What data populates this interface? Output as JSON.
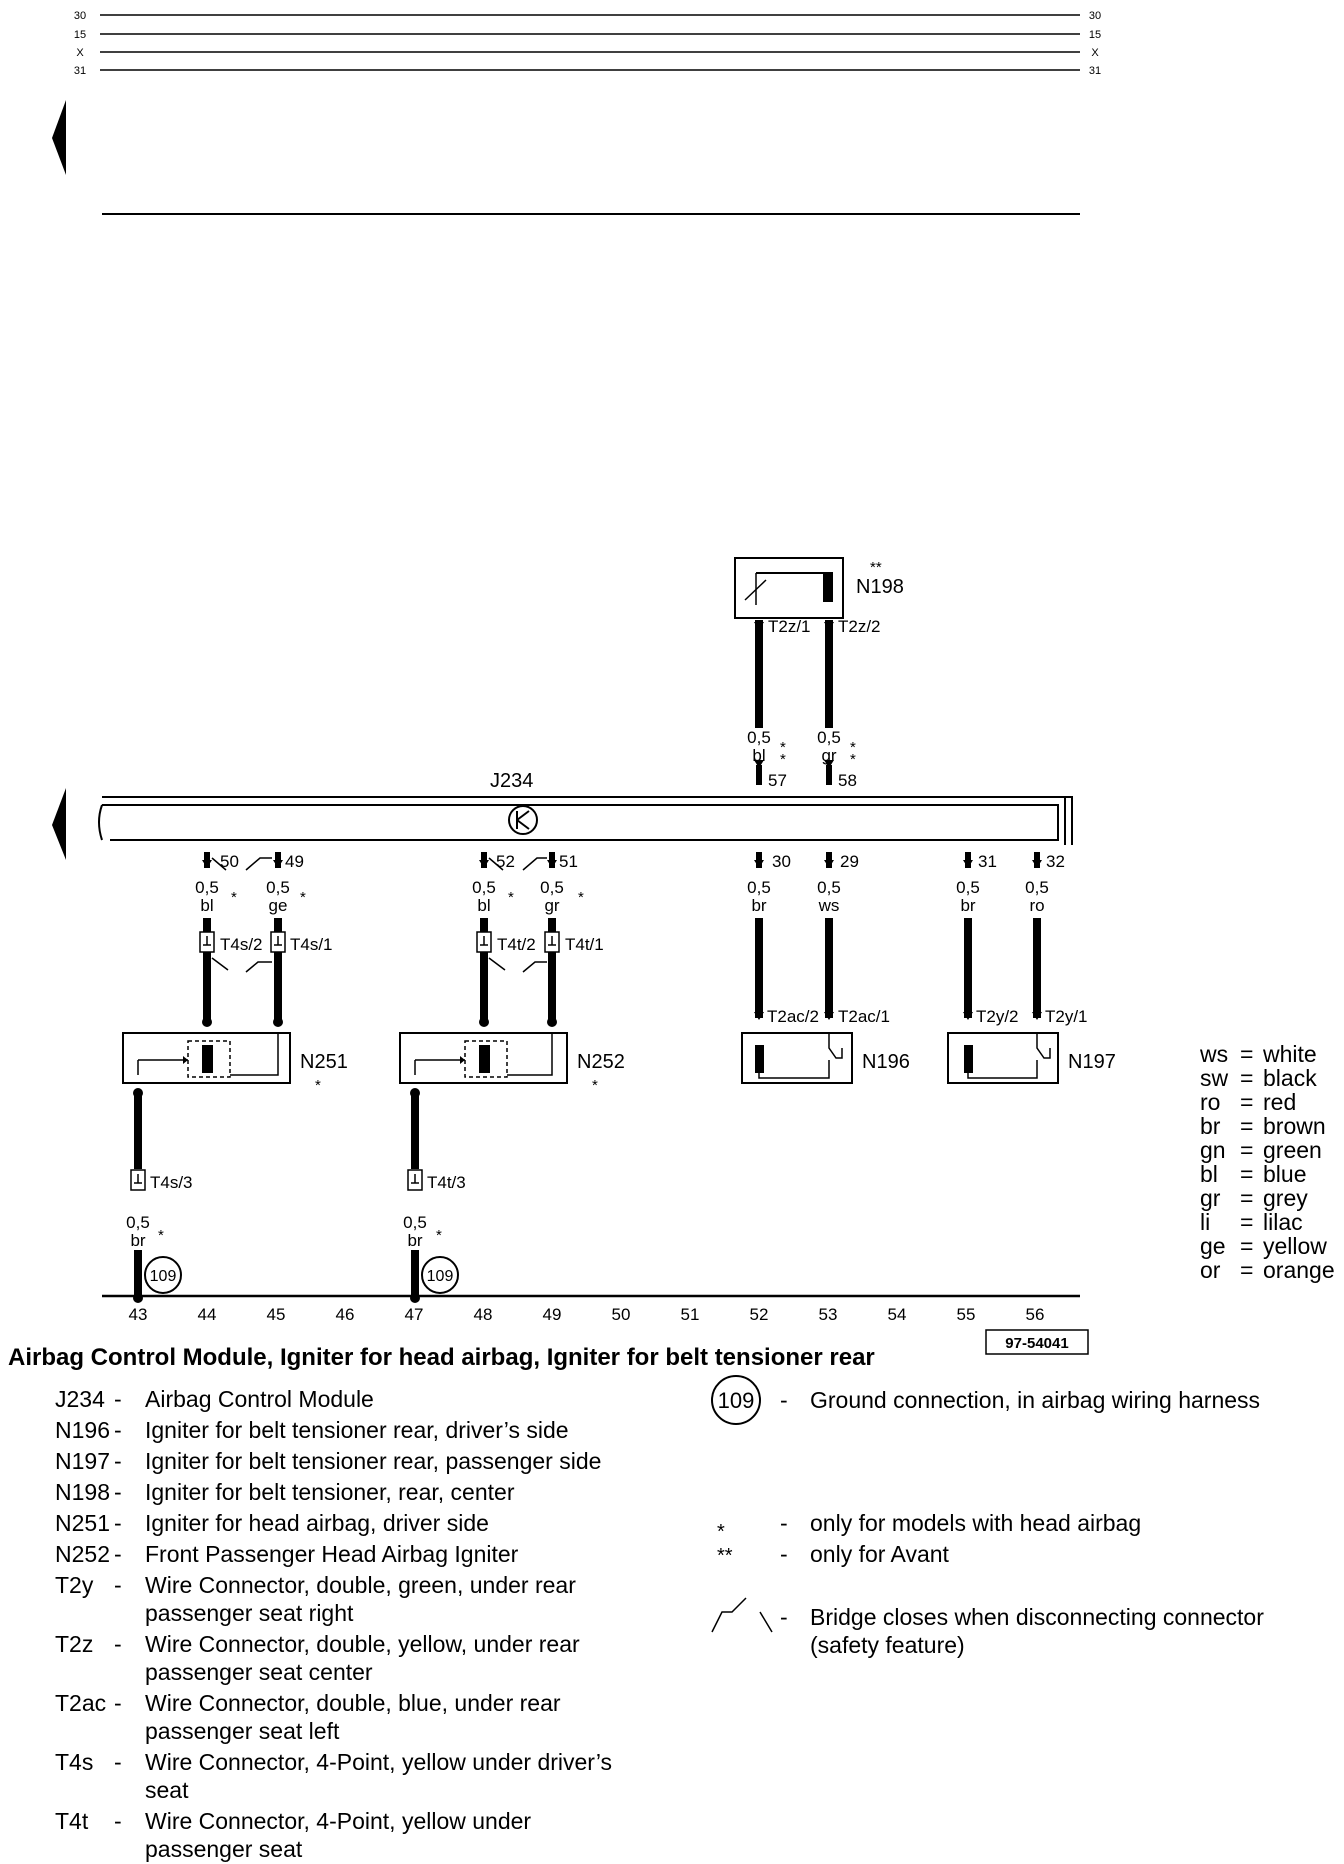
{
  "rails": [
    {
      "left": "30",
      "right": "30"
    },
    {
      "left": "15",
      "right": "15"
    },
    {
      "left": "X",
      "right": "X"
    },
    {
      "left": "31",
      "right": "31"
    }
  ],
  "module": {
    "label": "J234"
  },
  "top_component": {
    "label": "N198",
    "mark": "**",
    "pins": [
      "T2z/1",
      "T2z/2"
    ]
  },
  "module_pins_top": [
    {
      "pin": "57",
      "size": "0,5",
      "color": "bl",
      "mark": "*\n*"
    },
    {
      "pin": "58",
      "size": "0,5",
      "color": "gr",
      "mark": "*\n*"
    }
  ],
  "module_pins_bottom": [
    {
      "pin": "50",
      "size": "0,5",
      "color": "bl",
      "mark": "*"
    },
    {
      "pin": "49",
      "size": "0,5",
      "color": "ge",
      "mark": "*"
    },
    {
      "pin": "52",
      "size": "0,5",
      "color": "bl",
      "mark": "*"
    },
    {
      "pin": "51",
      "size": "0,5",
      "color": "gr",
      "mark": "*"
    },
    {
      "pin": "30",
      "size": "0,5",
      "color": "br",
      "mark": ""
    },
    {
      "pin": "29",
      "size": "0,5",
      "color": "ws",
      "mark": ""
    },
    {
      "pin": "31",
      "size": "0,5",
      "color": "br",
      "mark": ""
    },
    {
      "pin": "32",
      "size": "0,5",
      "color": "ro",
      "mark": ""
    }
  ],
  "connectors": [
    "T4s/2",
    "T4s/1",
    "T4t/2",
    "T4t/1",
    "T2ac/2",
    "T2ac/1",
    "T2y/2",
    "T2y/1"
  ],
  "components": [
    {
      "label": "N251",
      "mark": "*"
    },
    {
      "label": "N252",
      "mark": "*"
    },
    {
      "label": "N196",
      "mark": ""
    },
    {
      "label": "N197",
      "mark": ""
    }
  ],
  "ground_branches": [
    {
      "connector": "T4s/3",
      "size": "0,5",
      "color": "br",
      "mark": "*",
      "ground": "109"
    },
    {
      "connector": "T4t/3",
      "size": "0,5",
      "color": "br",
      "mark": "*",
      "ground": "109"
    }
  ],
  "tracks": [
    "43",
    "44",
    "45",
    "46",
    "47",
    "48",
    "49",
    "50",
    "51",
    "52",
    "53",
    "54",
    "55",
    "56"
  ],
  "color_codes": [
    {
      "code": "ws",
      "name": "white"
    },
    {
      "code": "sw",
      "name": "black"
    },
    {
      "code": "ro",
      "name": "red"
    },
    {
      "code": "br",
      "name": "brown"
    },
    {
      "code": "gn",
      "name": "green"
    },
    {
      "code": "bl",
      "name": "blue"
    },
    {
      "code": "gr",
      "name": "grey"
    },
    {
      "code": "li",
      "name": "lilac"
    },
    {
      "code": "ge",
      "name": "yellow"
    },
    {
      "code": "or",
      "name": "orange"
    }
  ],
  "title": "Airbag Control Module, Igniter for head airbag, Igniter for belt tensioner rear",
  "ref_code": "97-54041",
  "legend": [
    {
      "code": "J234",
      "lines": [
        "Airbag Control Module"
      ]
    },
    {
      "code": "N196",
      "lines": [
        "Igniter for belt tensioner rear, driver’s side"
      ]
    },
    {
      "code": "N197",
      "lines": [
        "Igniter for belt tensioner rear, passenger side"
      ]
    },
    {
      "code": "N198",
      "lines": [
        "Igniter for belt tensioner, rear, center"
      ]
    },
    {
      "code": "N251",
      "lines": [
        "Igniter for head airbag, driver side"
      ]
    },
    {
      "code": "N252",
      "lines": [
        "Front Passenger Head Airbag Igniter"
      ]
    },
    {
      "code": "T2y",
      "lines": [
        "Wire Connector, double, green, under rear",
        "passenger seat right"
      ]
    },
    {
      "code": "T2z",
      "lines": [
        "Wire Connector, double, yellow, under rear",
        "passenger seat center"
      ]
    },
    {
      "code": "T2ac",
      "lines": [
        "Wire Connector, double, blue, under rear",
        "passenger seat left"
      ]
    },
    {
      "code": "T4s",
      "lines": [
        "Wire Connector, 4-Point, yellow under driver’s",
        "seat"
      ]
    },
    {
      "code": "T4t",
      "lines": [
        "Wire Connector, 4-Point, yellow under",
        "passenger seat"
      ]
    }
  ],
  "notes": [
    {
      "symbol": "109",
      "text": [
        "Ground connection, in airbag wiring harness"
      ]
    },
    {
      "symbol": "*",
      "text": [
        "only for models with head airbag"
      ]
    },
    {
      "symbol": "**",
      "text": [
        "only for Avant"
      ]
    },
    {
      "symbol": "bridge",
      "text": [
        "Bridge closes when disconnecting connector",
        "(safety feature)"
      ]
    }
  ]
}
